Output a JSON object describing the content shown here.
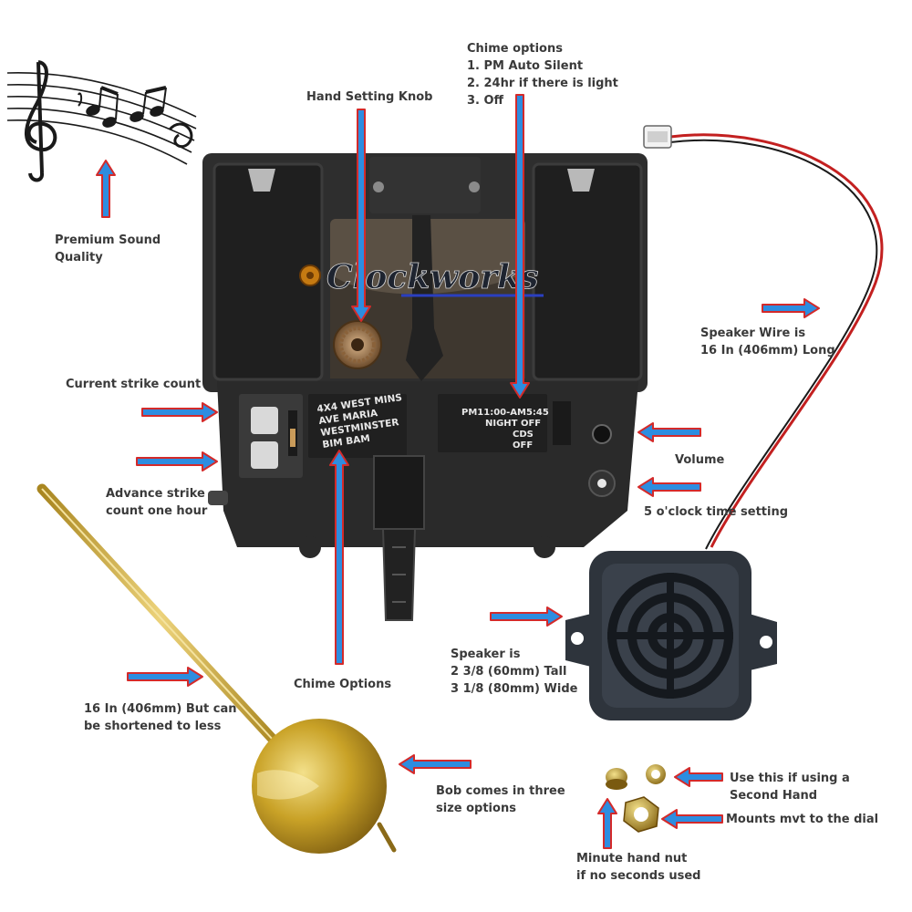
{
  "labels": {
    "chime_options_top": {
      "title": "Chime options",
      "items": [
        "1. PM Auto Silent",
        "2. 24hr if there is light",
        "3. Off"
      ]
    },
    "hand_setting_knob": "Hand Setting Knob",
    "premium_sound": [
      "Premium Sound",
      "Quality"
    ],
    "speaker_wire": [
      "Speaker Wire is",
      "16 In (406mm) Long"
    ],
    "current_strike": "Current strike count",
    "advance_strike": [
      "Advance strike",
      "count one hour"
    ],
    "volume": "Volume",
    "five_oclock": "5 o'clock time setting",
    "speaker_size": [
      "Speaker is",
      "2 3/8 (60mm) Tall",
      "3 1/8 (80mm) Wide"
    ],
    "chime_options_bottom": "Chime Options",
    "pendulum_length": [
      "16 In (406mm) But can",
      "be shortened to less"
    ],
    "bob": [
      "Bob comes in three",
      "size options"
    ],
    "second_hand": [
      "Use this if using a",
      "Second Hand"
    ],
    "mounts": "Mounts mvt to the dial",
    "minute_nut": [
      "Minute hand nut",
      "if no seconds used"
    ]
  },
  "movement_print": {
    "left_panel": [
      "4X4 WEST MINS",
      "AVE MARIA",
      "WESTMINSTER",
      "BIM BAM"
    ],
    "right_panel": [
      "PM11:00-AM5:45",
      "NIGHT OFF",
      "CDS",
      "OFF"
    ]
  },
  "watermark": "Clockworks",
  "colors": {
    "arrow_fill": "#2d8de0",
    "arrow_outline": "#d42a2a",
    "label_text": "#3a3a3a",
    "housing": "#2a2a2a",
    "brass": "#c9a227"
  }
}
